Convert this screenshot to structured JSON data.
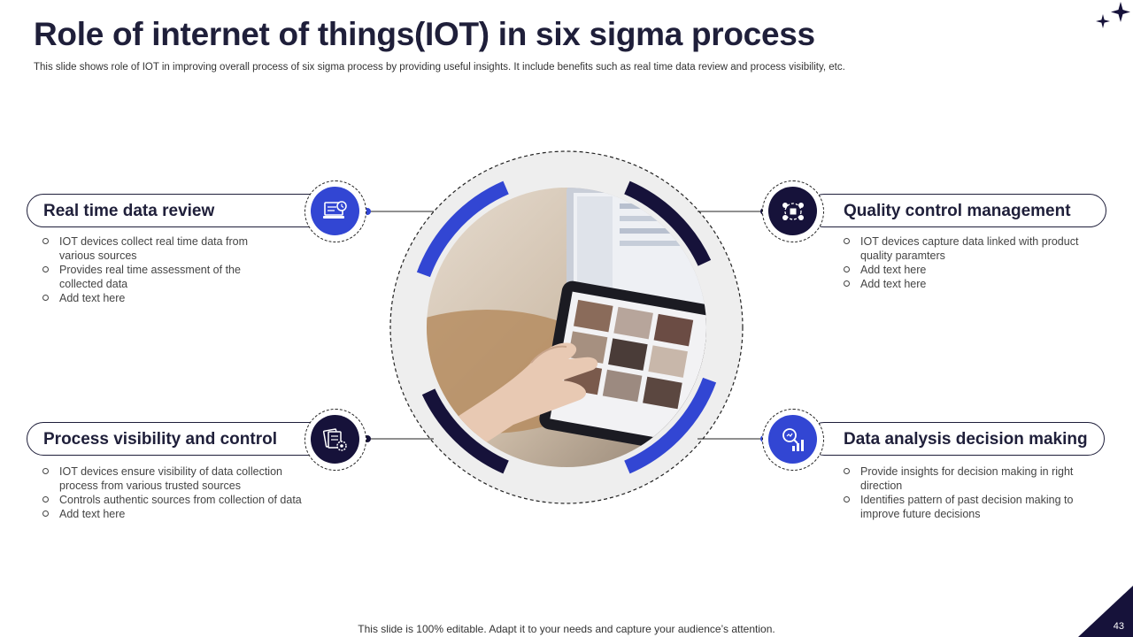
{
  "slide": {
    "title": "Role of internet of things(IOT) in six sigma process",
    "subtitle": "This slide shows role of IOT in improving overall process of six sigma process by providing useful insights. It include benefits such as real time data review and process visibility, etc.",
    "footer": "This slide is 100% editable. Adapt it to your needs and capture your audience’s attention.",
    "page_number": "43"
  },
  "colors": {
    "blue": "#3246d3",
    "navy": "#16123a",
    "ring": "#eeeeee"
  },
  "sections": {
    "top_left": {
      "label": "Real time data review",
      "icon": "data-review-icon",
      "bullets": [
        "IOT devices collect real time data from various sources",
        "Provides real time assessment of the collected data",
        "Add text here"
      ]
    },
    "bottom_left": {
      "label": "Process visibility and control",
      "icon": "documents-gear-icon",
      "bullets": [
        "IOT devices ensure visibility of data collection process from various trusted sources",
        "Controls authentic sources from collection of data",
        "Add text here"
      ]
    },
    "top_right": {
      "label": "Quality control management",
      "icon": "quality-network-icon",
      "bullets": [
        "IOT devices capture data linked with product quality paramters",
        "Add text here",
        "Add text here"
      ]
    },
    "bottom_right": {
      "label": "Data analysis decision making",
      "icon": "analysis-chart-icon",
      "bullets": [
        "Provide insights for decision making in right direction",
        "Identifies pattern of past decision making to improve future decisions"
      ]
    }
  }
}
